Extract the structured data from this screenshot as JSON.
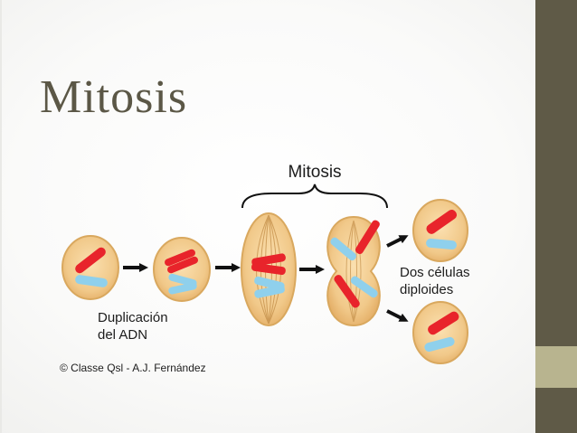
{
  "slide": {
    "title": "Mitosis"
  },
  "diagram": {
    "bracket_label": "Mitosis",
    "duplication_label_line1": "Duplicación",
    "duplication_label_line2": "del ADN",
    "result_label_line1": "Dos células",
    "result_label_line2": "diploides",
    "credit": "© Classe Qsl - A.J. Fernández"
  },
  "colors": {
    "side_band": "#5f5a47",
    "accent_block": "#b8b48f",
    "title": "#5b5746",
    "cell_fill": "#f1c98a",
    "cell_border": "#d9a85e",
    "chromosome_red": "#e8242b",
    "chromosome_blue": "#8fd0ec"
  }
}
